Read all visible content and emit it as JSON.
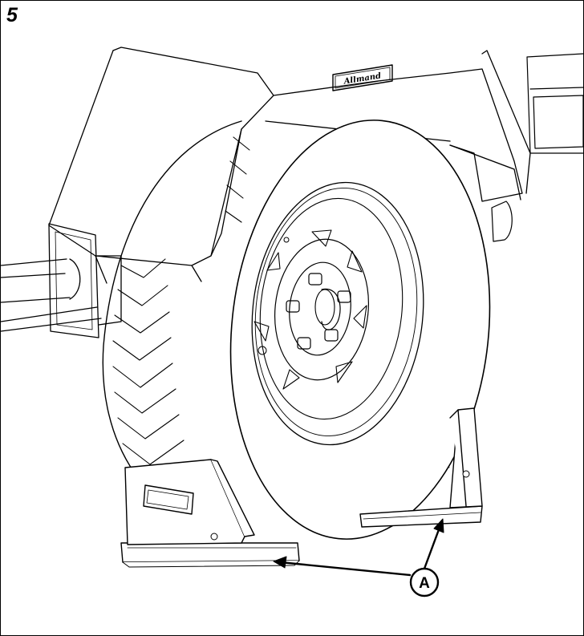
{
  "figure": {
    "number": "5",
    "brand_plate": "Allmand",
    "callout": {
      "label": "A"
    }
  },
  "colors": {
    "ink": "#000000",
    "paper": "#ffffff"
  },
  "icons": [
    "wheel-chock-icon",
    "tire-icon",
    "lug-nut-icon",
    "callout-arrow-icon"
  ]
}
